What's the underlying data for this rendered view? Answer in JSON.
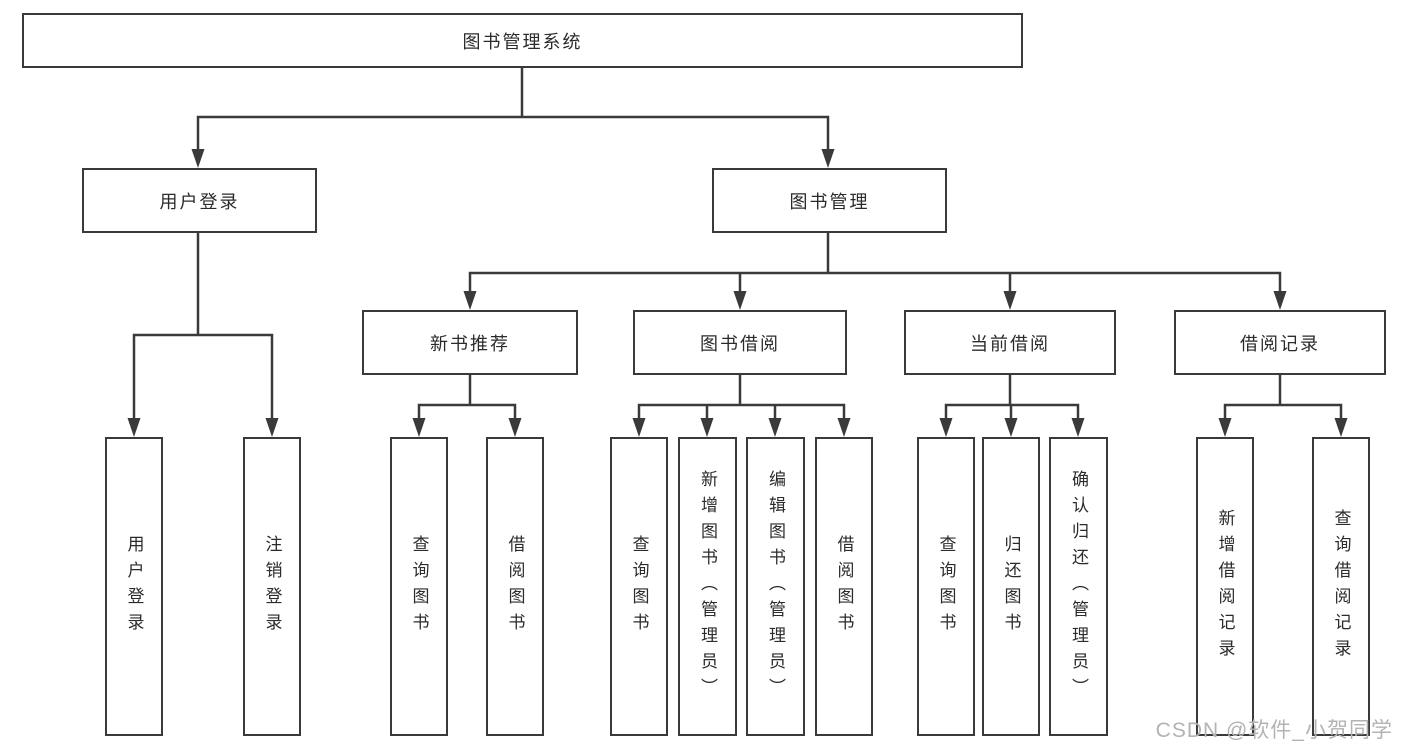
{
  "diagram": {
    "root": {
      "label": "图书管理系统",
      "children": [
        {
          "label": "用户登录",
          "children": [
            {
              "label": "用户登录"
            },
            {
              "label": "注销登录"
            }
          ]
        },
        {
          "label": "图书管理",
          "children": [
            {
              "label": "新书推荐",
              "children": [
                {
                  "label": "查询图书"
                },
                {
                  "label": "借阅图书"
                }
              ]
            },
            {
              "label": "图书借阅",
              "children": [
                {
                  "label": "查询图书"
                },
                {
                  "label": "新增图书（管理员）"
                },
                {
                  "label": "编辑图书（管理员）"
                },
                {
                  "label": "借阅图书"
                }
              ]
            },
            {
              "label": "当前借阅",
              "children": [
                {
                  "label": "查询图书"
                },
                {
                  "label": "归还图书"
                },
                {
                  "label": "确认归还（管理员）"
                }
              ]
            },
            {
              "label": "借阅记录",
              "children": [
                {
                  "label": "新增借阅记录"
                },
                {
                  "label": "查询借阅记录"
                }
              ]
            }
          ]
        }
      ]
    },
    "colors": {
      "line": "#3a3a3a",
      "text": "#2b2b2b",
      "box_background": "#ffffff",
      "page_background": "#ffffff",
      "watermark": "#b3b3b3"
    }
  },
  "watermark": {
    "text": "CSDN @软件_小贺同学"
  }
}
